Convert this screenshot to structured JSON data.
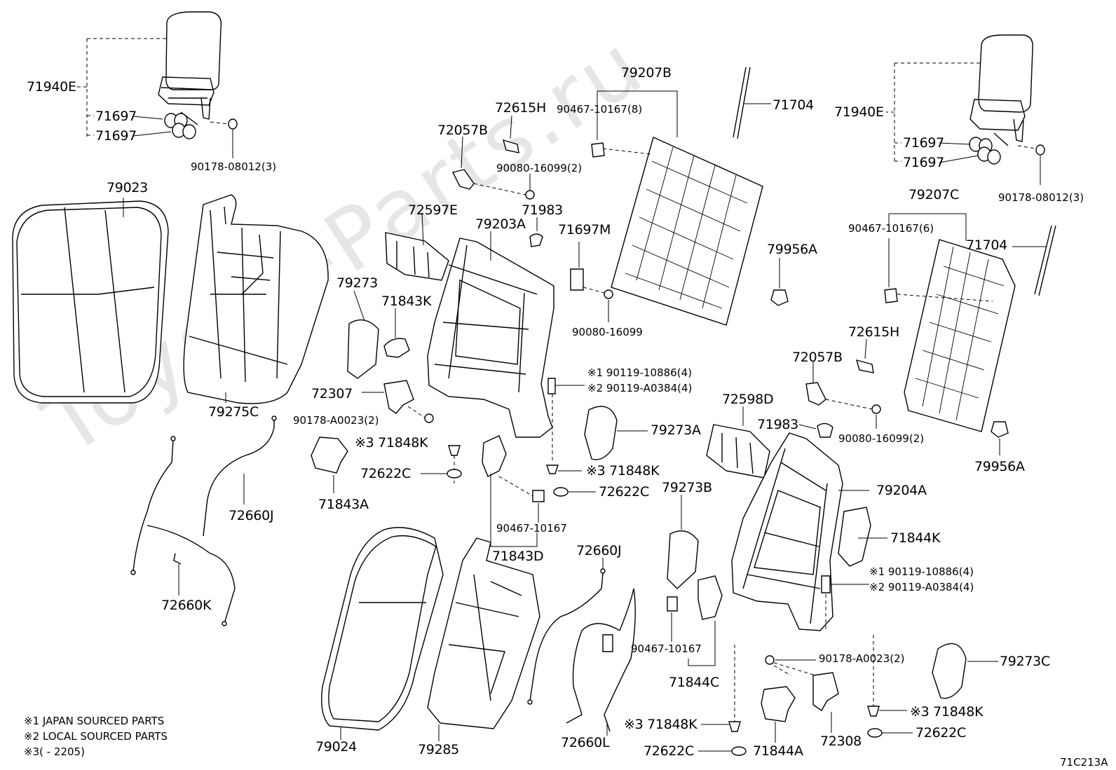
{
  "watermark": "Toyota-Parts.ru",
  "diagram_code": "71C213A",
  "notes": [
    "※1 JAPAN SOURCED PARTS",
    "※2 LOCAL SOURCED PARTS",
    "※3(       - 2205)"
  ],
  "callouts": {
    "c71940E_l": "71940E",
    "c71697_l1": "71697",
    "c71697_l2": "71697",
    "c90178_08012_l": "90178-08012(3)",
    "c79023": "79023",
    "c79275C": "79275C",
    "c72615H_t": "72615H",
    "c72057B_t": "72057B",
    "c90080_16099_2_t": "90080-16099(2)",
    "c72597E": "72597E",
    "c71983_t": "71983",
    "c79203A": "79203A",
    "c71697M": "71697M",
    "c79207B": "79207B",
    "c90467_10167_8": "90467-10167(8)",
    "c71704_t": "71704",
    "c79956A_t": "79956A",
    "c90080_16099": "90080-16099",
    "c79273": "79273",
    "c71843K": "71843K",
    "c72307": "72307",
    "c90178_A0023_l": "90178-A0023(2)",
    "c71848K_a": "※3 71848K",
    "c72622C_a": "72622C",
    "c71843A": "71843A",
    "c72660J_l": "72660J",
    "c72660K": "72660K",
    "c90119_1": "※1 90119-10886(4)",
    "c90119_2": "※2 90119-A0384(4)",
    "c79273A": "79273A",
    "c71848K_b": "※3 71848K",
    "c72622C_b": "72622C",
    "c90467_10167_m": "90467-10167",
    "c71843D": "71843D",
    "c72660J_m": "72660J",
    "c79024": "79024",
    "c79285": "79285",
    "c72660L": "72660L",
    "c71940E_r": "71940E",
    "c71697_r1": "71697",
    "c71697_r2": "71697",
    "c90178_08012_r": "90178-08012(3)",
    "c79207C": "79207C",
    "c90467_10167_6": "90467-10167(6)",
    "c71704_r": "71704",
    "c72615H_r": "72615H",
    "c72057B_r": "72057B",
    "c72598D": "72598D",
    "c71983_r": "71983",
    "c90080_16099_2_r": "90080-16099(2)",
    "c79956A_r": "79956A",
    "c79204A": "79204A",
    "c79273B": "79273B",
    "c71844K": "71844K",
    "c90119_1r": "※1 90119-10886(4)",
    "c90119_2r": "※2 90119-A0384(4)",
    "c90467_10167_r": "90467-10167",
    "c71844C": "71844C",
    "c90178_A0023_r": "90178-A0023(2)",
    "c79273C": "79273C",
    "c71848K_c": "※3 71848K",
    "c71848K_d": "※3 71848K",
    "c72622C_c": "72622C",
    "c72308": "72308",
    "c72622C_d": "72622C",
    "c71844A": "71844A"
  }
}
